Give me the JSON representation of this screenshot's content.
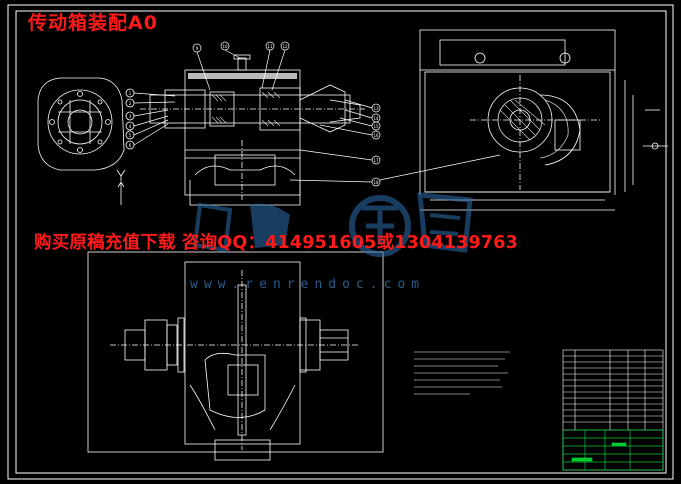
{
  "header": {
    "title": "传动箱装配A0"
  },
  "overlay": {
    "ad_text": "购买原稿充值下载 咨询QQ：414951605或1304139763",
    "watermark_url": "www.renrendoc.com"
  },
  "colors": {
    "background": "#000000",
    "linework": "#ffffff",
    "frame": "#ffffff",
    "title_text": "#ff1a1a",
    "leader_balloon": "#ffffff",
    "hatch": "#dddddd",
    "title_block_green": "#00cc33",
    "watermark": "#2f6fb0"
  },
  "balloons": {
    "top_left": [
      "1",
      "2",
      "3",
      "4",
      "5",
      "6"
    ],
    "top_row": [
      "9",
      "10",
      "11",
      "12"
    ],
    "right_column": [
      "13",
      "14",
      "15",
      "16",
      "17",
      "18"
    ]
  },
  "tech_requirements": {
    "lines": [
      "",
      "",
      "",
      "",
      "",
      "",
      "",
      ""
    ]
  }
}
